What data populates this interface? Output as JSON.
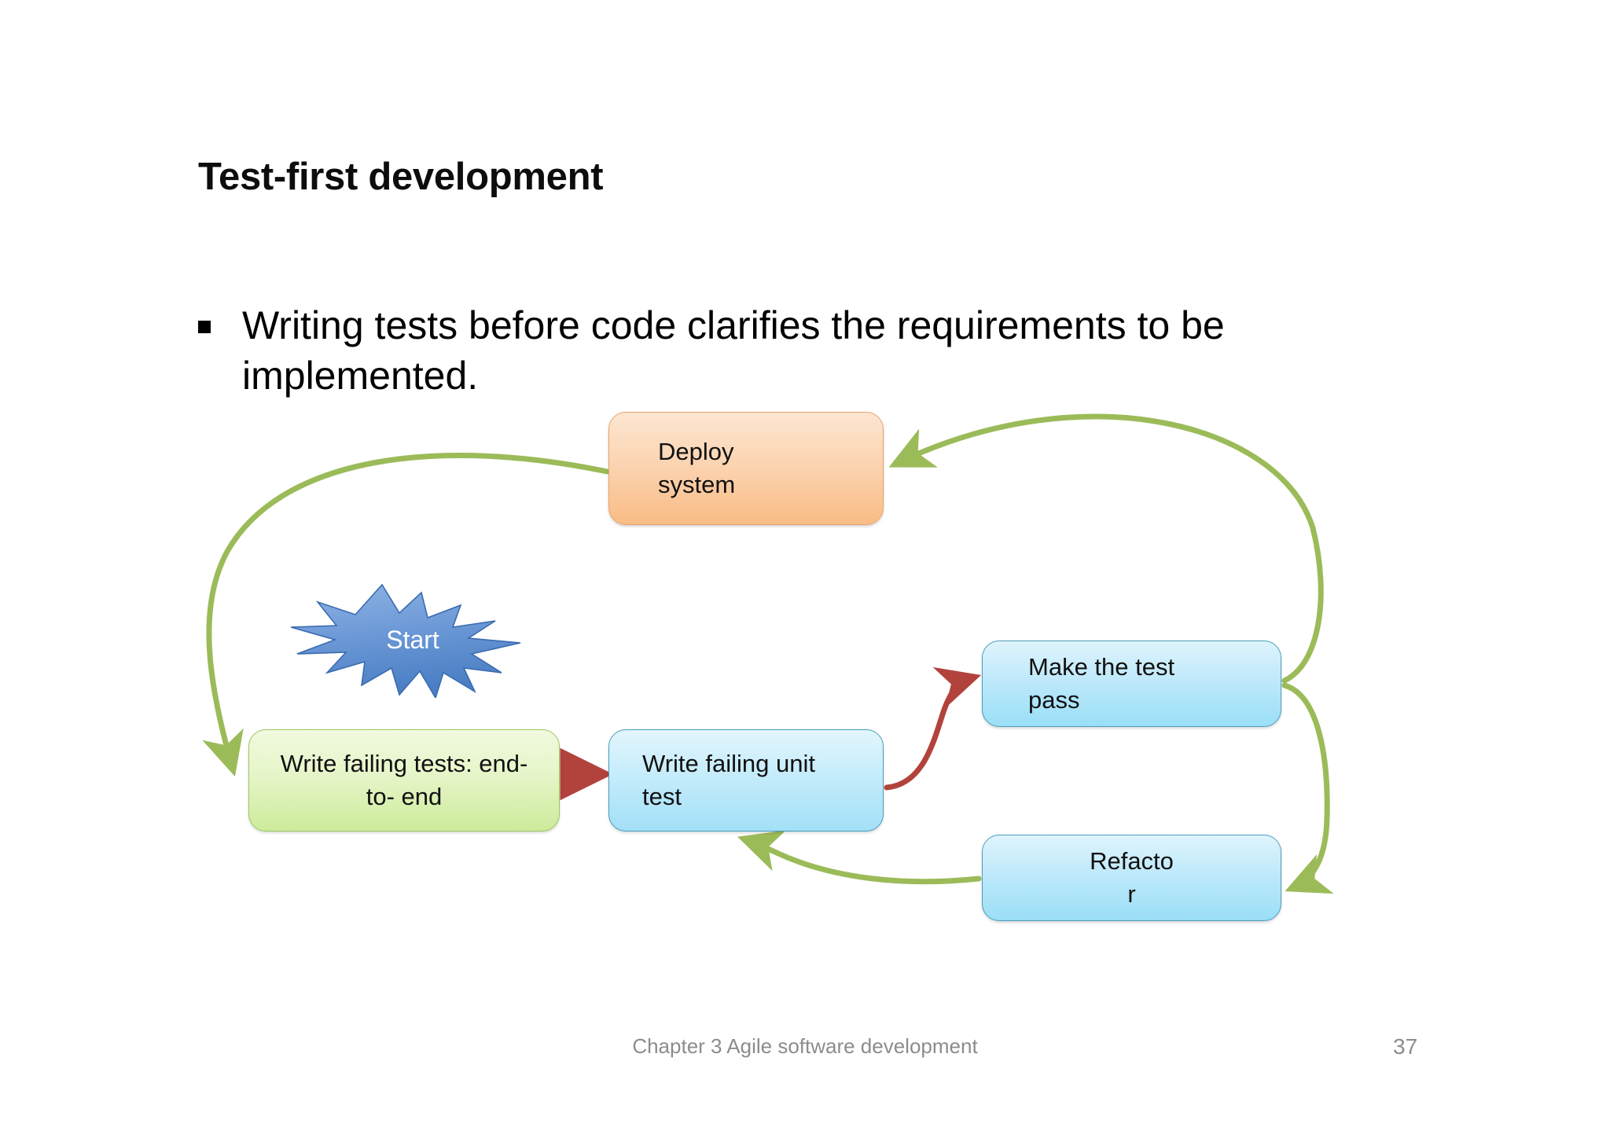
{
  "slide": {
    "title": "Test-first development",
    "bullet": {
      "marker": "square-bullet",
      "text": "Writing tests before code clarifies the requirements to be implemented."
    },
    "footer": "Chapter 3 Agile software development",
    "page_number": "37"
  },
  "diagram": {
    "type": "flow-cycle",
    "nodes": [
      {
        "id": "deploy",
        "label": "Deploy\nsystem",
        "color": "#f9bc85",
        "border": "#e8a36a",
        "shape": "rounded-rect"
      },
      {
        "id": "start",
        "label": "Start",
        "color": "#5b8fd4",
        "border": "#3a6cb0",
        "shape": "explosion"
      },
      {
        "id": "e2e",
        "label": "Write failing tests: end-\nto- end",
        "color": "#cdeb9b",
        "border": "#9dc861",
        "shape": "rounded-rect"
      },
      {
        "id": "unit",
        "label": "Write failing unit\ntest",
        "color": "#a3e0f7",
        "border": "#4d9dbb",
        "shape": "rounded-rect"
      },
      {
        "id": "pass",
        "label": "Make the test\npass",
        "color": "#9adff7",
        "border": "#4d9dbb",
        "shape": "rounded-rect"
      },
      {
        "id": "refactor",
        "label": "Refacto\nr",
        "color": "#9adff7",
        "border": "#4d9dbb",
        "shape": "rounded-rect"
      }
    ],
    "edges": [
      {
        "from": "deploy",
        "to": "e2e",
        "color": "#9bbb59",
        "style": "curved-arc-left"
      },
      {
        "from": "e2e",
        "to": "unit",
        "color": "#b1433c",
        "style": "straight"
      },
      {
        "from": "unit",
        "to": "pass",
        "color": "#b1433c",
        "style": "curved"
      },
      {
        "from": "pass",
        "to": "refactor",
        "color": "#9bbb59",
        "style": "curved-right"
      },
      {
        "from": "refactor",
        "to": "unit",
        "color": "#9bbb59",
        "style": "curved-bottom"
      },
      {
        "from": "pass",
        "to": "deploy",
        "color": "#9bbb59",
        "style": "curved-arc-top"
      }
    ],
    "colors": {
      "green_arrow": "#9bbb59",
      "red_arrow": "#b1433c",
      "orange_fill": "#f9bc85",
      "green_fill": "#cdeb9b",
      "blue_fill": "#9adff7",
      "burst_blue": "#5b8fd4"
    }
  }
}
